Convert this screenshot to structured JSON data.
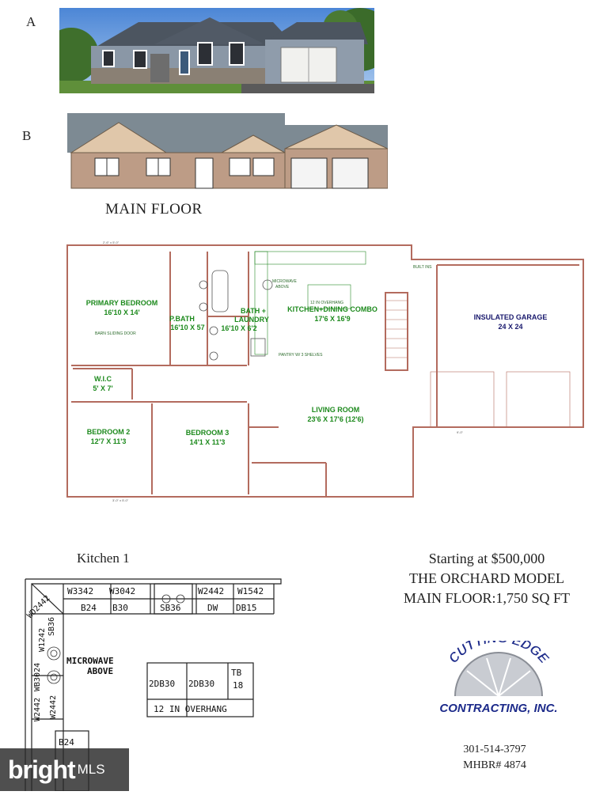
{
  "labels": {
    "a": "A",
    "b": "B"
  },
  "main_floor_title": "MAIN FLOOR",
  "plan": {
    "rooms": {
      "primary_bedroom": "PRIMARY BEDROOM",
      "primary_bedroom_size": "16'10 X 14'",
      "pbath": "P.BATH",
      "pbath_size": "16'10 X 57",
      "bath_laundry_1": "BATH +",
      "bath_laundry_2": "LAUNDRY",
      "bath_laundry_size": "16'10 X 6'2",
      "kitchen": "KITCHEN+DINING COMBO",
      "kitchen_size": "17'6 X 16'9",
      "garage": "INSULATED GARAGE",
      "garage_size": "24 X 24",
      "wic": "W.I.C",
      "wic_size": "5' X 7'",
      "bedroom2": "BEDROOM 2",
      "bedroom2_size": "12'7 X 11'3",
      "bedroom3": "BEDROOM 3",
      "bedroom3_size": "14'1 X 11'3",
      "living": "LIVING ROOM",
      "living_size": "23'6 X 17'6 (12'6)"
    },
    "notes": {
      "barn_door": "BARN SLIDING DOOR",
      "microwave": "MICROWAVE",
      "above": "ABOVE",
      "built_ins": "BUILT INS",
      "overhang": "12 IN OVERHANG",
      "pantry": "PANTRY W/ 3 SHELVES",
      "dims_2_6": "2'-6\" x 5'-0\"",
      "dims_3_0": "3'-0\" x 5'-0\"",
      "dims_9_0": "9'-0\""
    }
  },
  "kitchen1": {
    "title": "Kitchen 1",
    "upper": [
      "W3342",
      "W3042",
      "W2442",
      "W1542"
    ],
    "base": [
      "B24",
      "B30",
      "SB36",
      "DW",
      "DB15"
    ],
    "corner": "WD2442",
    "side": [
      "SB36",
      "W1242",
      "WB3024",
      "W2442",
      "W2442"
    ],
    "microwave": "MICROWAVE",
    "above": "ABOVE",
    "island": [
      "2DB30",
      "2DB30",
      "TB",
      "18"
    ],
    "overhang": "12 IN OVERHANG",
    "bottom_tag": "B24"
  },
  "info": {
    "price": "Starting at $500,000",
    "model": "THE ORCHARD MODEL",
    "sqft": "MAIN FLOOR:1,750 SQ FT"
  },
  "logo": {
    "line1": "CUTTING EDGE",
    "line2": "CONTRACTING, INC."
  },
  "contact": {
    "phone": "301-514-3797",
    "license": "MHBR# 4874"
  },
  "watermark": {
    "brand": "bright",
    "mls": "MLS"
  },
  "colors": {
    "room_label": "#1d8a1d",
    "garage_label": "#1a1a6e",
    "wall": "#b36b5e",
    "logo_blue": "#1c2a8a"
  }
}
